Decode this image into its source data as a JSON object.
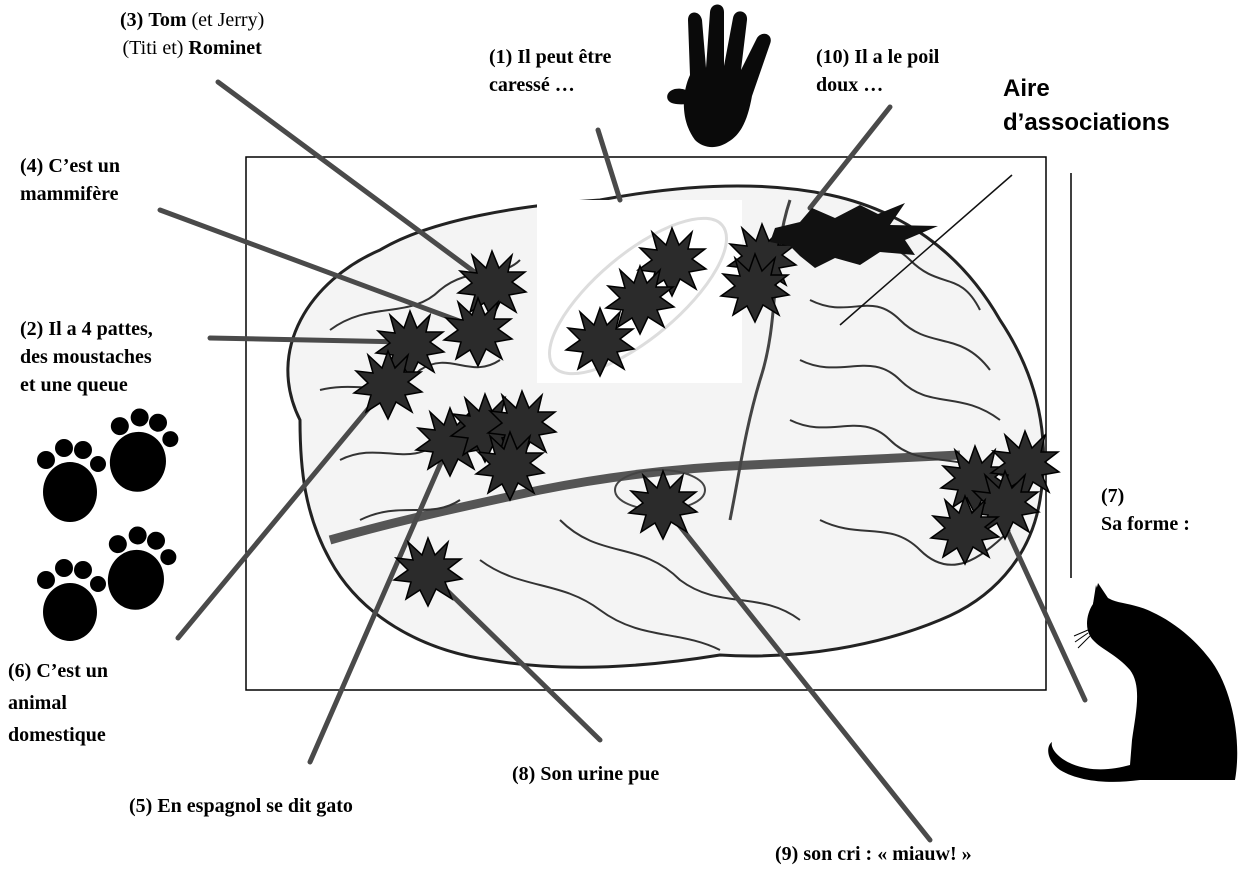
{
  "labels": {
    "l1": {
      "line1": "(1) Il peut être",
      "line2": "caressé …"
    },
    "l2": {
      "line1": "(2) Il a 4 pattes,",
      "line2": "des moustaches",
      "line3": "et une queue"
    },
    "l3": {
      "num": "(3)",
      "tom": "Tom",
      "jerry": "(et Jerry)",
      "titi": "(Titi et)",
      "rominet": "Rominet"
    },
    "l4": {
      "line1": "(4) C’est un",
      "line2": "mammifère"
    },
    "l5": {
      "line1": "(5) En espagnol se dit gato"
    },
    "l6": {
      "line1": "(6) C’est un",
      "line2": "animal",
      "line3": "domestique"
    },
    "l7": {
      "line1": "(7)",
      "line2": "Sa forme :"
    },
    "l8": {
      "line1": "(8) Son urine pue"
    },
    "l9": {
      "line1": "(9) son cri : « miauw!  »"
    },
    "l10": {
      "line1": "(10) Il a le poil",
      "line2": "doux …"
    },
    "aire": {
      "line1": "Aire",
      "line2": "d’associations"
    }
  },
  "icons": {
    "hand": "hand-print-icon",
    "paws": "paw-prints-icon",
    "cat": "cat-silhouette-icon",
    "brain": "brain-illustration-icon",
    "star": "activation-star-icon"
  },
  "colors": {
    "ink": "#000000",
    "star": "#2b2b2b",
    "line": "#4a4a4a",
    "brain_fill": "#f4f4f4"
  }
}
